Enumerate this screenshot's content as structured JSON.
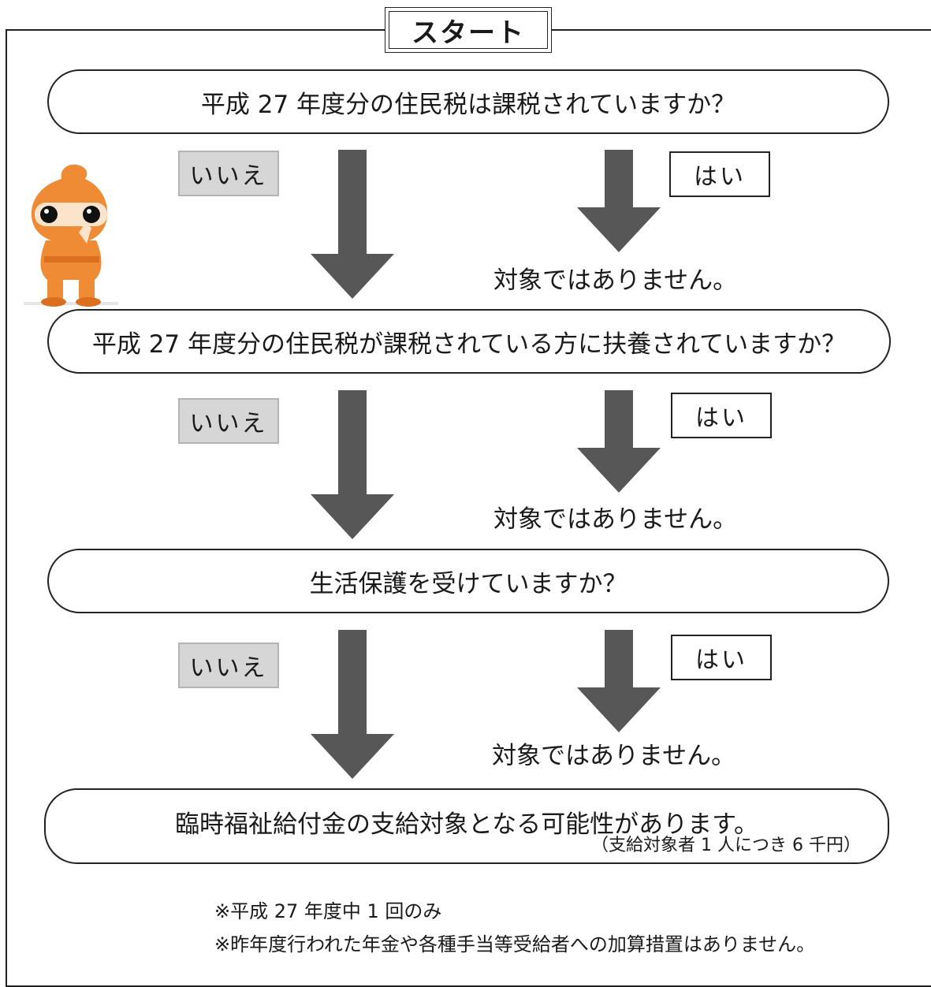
{
  "start": {
    "label": "スタート"
  },
  "steps": [
    {
      "question": "平成 27 年度分の住民税は課税されていますか？",
      "no_label": "いいえ",
      "yes_label": "はい",
      "yes_result": "対象ではありません。"
    },
    {
      "question": "平成 27 年度分の住民税が課税されている方に扶養されていますか？",
      "no_label": "いいえ",
      "yes_label": "はい",
      "yes_result": "対象ではありません。"
    },
    {
      "question": "生活保護を受けていますか？",
      "no_label": "いいえ",
      "yes_label": "はい",
      "yes_result": "対象ではありません。"
    }
  ],
  "result": {
    "text": "臨時福祉給付金の支給対象となる可能性があります。",
    "note": "（支給対象者 1 人につき 6 千円）"
  },
  "footnotes": [
    "※平成 27 年度中 1 回のみ",
    "※昨年度行われた年金や各種手当等受給者への加算措置はありません。"
  ],
  "colors": {
    "arrow": "#575757",
    "no_box": "#d6d6d6",
    "mascot": "#ef8a35"
  }
}
